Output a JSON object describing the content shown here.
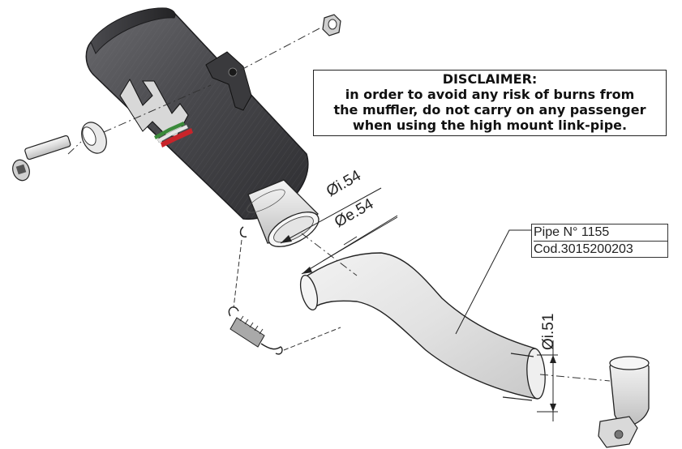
{
  "disclaimer": {
    "title": "DISCLAIMER:",
    "line1": "in order to avoid any risk of burns from",
    "line2": "the muffler, do not carry on any passenger",
    "line3": "when using the high mount link-pipe."
  },
  "pipe_label": {
    "name": "Pipe N° 1155",
    "code": "Cod.3015200203"
  },
  "dimensions": {
    "inner_muffler": "i.54",
    "outer_pipe": "e.54",
    "inner_pipe_end": "i.51",
    "diameter_symbol": "Ø"
  },
  "colors": {
    "carbon_dark": "#3b3b3e",
    "carbon_mid": "#5a5a5e",
    "steel_light": "#e9e9e9",
    "steel_mid": "#c8c8c8",
    "line": "#222222",
    "brand_red": "#c8242a",
    "brand_green": "#3a8a3a"
  },
  "parts": {
    "muffler": "muffler-icon",
    "link_pipe": "link-pipe-icon",
    "clamp": "clamp-icon",
    "spring": "spring-icon",
    "bolt": "bolt-icon",
    "washer": "washer-icon",
    "nut": "nut-icon",
    "logo": "lv-logo-icon"
  }
}
